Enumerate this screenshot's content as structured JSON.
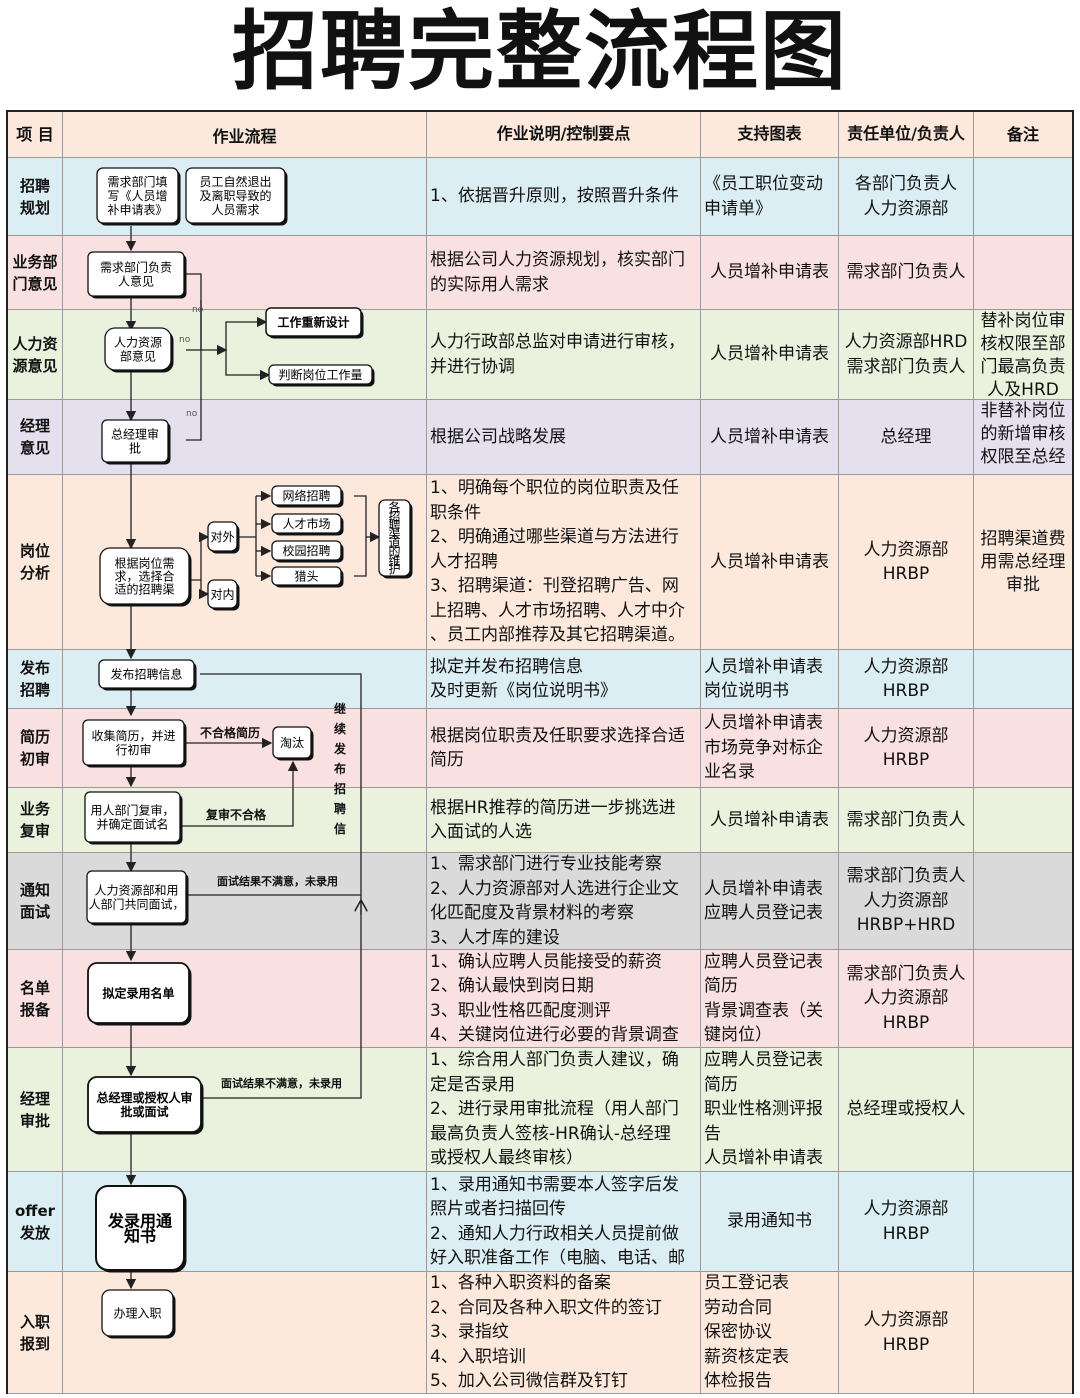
{
  "title": "招聘完整流程图",
  "colors": {
    "pink": "#f9e1e2",
    "blue": "#dbeef3",
    "green": "#eaf1dd",
    "purple": "#e4e0ee",
    "peach": "#fce9dc",
    "gray": "#dadada",
    "header": "#fce9dc"
  },
  "headers": {
    "item": "项 目",
    "flow": "作业流程",
    "desc": "作业说明/控制要点",
    "form": "支持图表",
    "resp": "责任单位/负责人",
    "note": "备注"
  },
  "rows": [
    {
      "item": "招聘\n规划",
      "desc": "1、依据晋升原则，按照晋升条件",
      "form": "《员工职位变动\n申请单》",
      "resp": "各部门负责人\n人力资源部",
      "note": ""
    },
    {
      "item": "业务部\n门意见",
      "desc": "根据公司人力资源规划，核实部门\n的实际用人需求",
      "form": "人员增补申请表",
      "resp": "需求部门负责人",
      "note": ""
    },
    {
      "item": "人力资\n源意见",
      "desc": "人力行政部总监对申请进行审核，\n并进行协调",
      "form": "人员增补申请表",
      "resp": "人力资源部HRD\n需求部门负责人",
      "note": "替补岗位审\n核权限至部\n门最高负责\n人及HRD"
    },
    {
      "item": "经理\n意见",
      "desc": "根据公司战略发展",
      "form": "人员增补申请表",
      "resp": "总经理",
      "note": "非替补岗位\n的新增审核\n权限至总经"
    },
    {
      "item": "岗位\n分析",
      "desc": "1、明确每个职位的岗位职责及任\n职条件\n2、明确通过哪些渠道与方法进行\n人才招聘\n3、招聘渠道：刊登招聘广告、网\n上招聘、人才市场招聘、人才中介\n、员工内部推荐及其它招聘渠道。",
      "form": "人员增补申请表",
      "resp": "人力资源部\nHRBP",
      "note": "招聘渠道费\n用需总经理\n审批"
    },
    {
      "item": "发布\n招聘",
      "desc": "拟定并发布招聘信息\n及时更新《岗位说明书》",
      "form": "人员增补申请表\n岗位说明书",
      "resp": "人力资源部\nHRBP",
      "note": ""
    },
    {
      "item": "简历\n初审",
      "desc": "根据岗位职责及任职要求选择合适\n简历",
      "form": "人员增补申请表\n市场竞争对标企\n业名录",
      "resp": "人力资源部\nHRBP",
      "note": ""
    },
    {
      "item": "业务\n复审",
      "desc": "根据HR推荐的简历进一步挑选进\n入面试的人选",
      "form": "人员增补申请表",
      "resp": "需求部门负责人",
      "note": ""
    },
    {
      "item": "通知\n面试",
      "desc": "1、需求部门进行专业技能考察\n2、人力资源部对人选进行企业文\n化匹配度及背景材料的考察\n3、人才库的建设",
      "form": "人员增补申请表\n应聘人员登记表",
      "resp": "需求部门负责人\n人力资源部\nHRBP+HRD",
      "note": ""
    },
    {
      "item": "名单\n报备",
      "desc": "1、确认应聘人员能接受的薪资\n2、确认最快到岗日期\n3、职业性格匹配度测评\n4、关键岗位进行必要的背景调查",
      "form": "应聘人员登记表\n简历\n背景调查表（关\n键岗位）",
      "resp": "需求部门负责人\n人力资源部\nHRBP",
      "note": ""
    },
    {
      "item": "经理\n审批",
      "desc": "1、综合用人部门负责人建议，确\n定是否录用\n2、进行录用审批流程（用人部门\n最高负责人签核-HR确认-总经理\n或授权人最终审核）",
      "form": "应聘人员登记表\n简历\n职业性格测评报\n告\n人员增补申请表",
      "resp": "总经理或授权人",
      "note": ""
    },
    {
      "item": "offer\n发放",
      "desc": "1、录用通知书需要本人签字后发\n照片或者扫描回传\n2、通知人力行政相关人员提前做\n好入职准备工作（电脑、电话、邮",
      "form": "录用通知书",
      "resp": "人力资源部\nHRBP",
      "note": ""
    },
    {
      "item": "入职\n报到",
      "desc": "1、各种入职资料的备案\n2、合同及各种入职文件的签订\n3、录指纹\n4、入职培训\n5、加入公司微信群及钉钉",
      "form": "员工登记表\n劳动合同\n保密协议\n薪资核定表\n体检报告",
      "resp": "人力资源部\nHRBP",
      "note": ""
    }
  ],
  "flow": {
    "b1": "需求部门填\n写《人员增\n补申请表》",
    "b2": "员工自然退出\n及离职导致的\n人员需求",
    "b3": "需求部门负责\n人意见",
    "b4": "人力资源\n部意见",
    "b5": "工作重新设计",
    "b6": "判断岗位工作量",
    "b7": "总经理审\n批",
    "b8": "根据岗位需\n求，选择合\n适的招聘渠",
    "b9": "对外",
    "b10": "对内",
    "b11": "网络招聘",
    "b12": "人才市场",
    "b13": "校园招聘",
    "b14": "猎头",
    "b15": "各\n招\n聘\n渠\n道\n的\n维\n护",
    "b16": "发布招聘信息",
    "b17": "收集简历，并进\n行初审",
    "b18": "淘汰",
    "b19": "用人部门复审，\n并确定面试名",
    "b20": "人力资源部和用\n人部门共同面试，",
    "b21": "拟定录用名单",
    "b22": "总经理或授权人审\n批或面试",
    "b23": "发录用通\n知书",
    "b24": "办理入职",
    "no": "no",
    "l_unq": "不合格简历",
    "l_fail": "复审不合格",
    "l_unsat1": "面试结果不满意，未录用",
    "l_unsat2": "面试结果不满意，未录用",
    "l_cont": "继\n续\n发\n布\n招\n聘\n信"
  }
}
